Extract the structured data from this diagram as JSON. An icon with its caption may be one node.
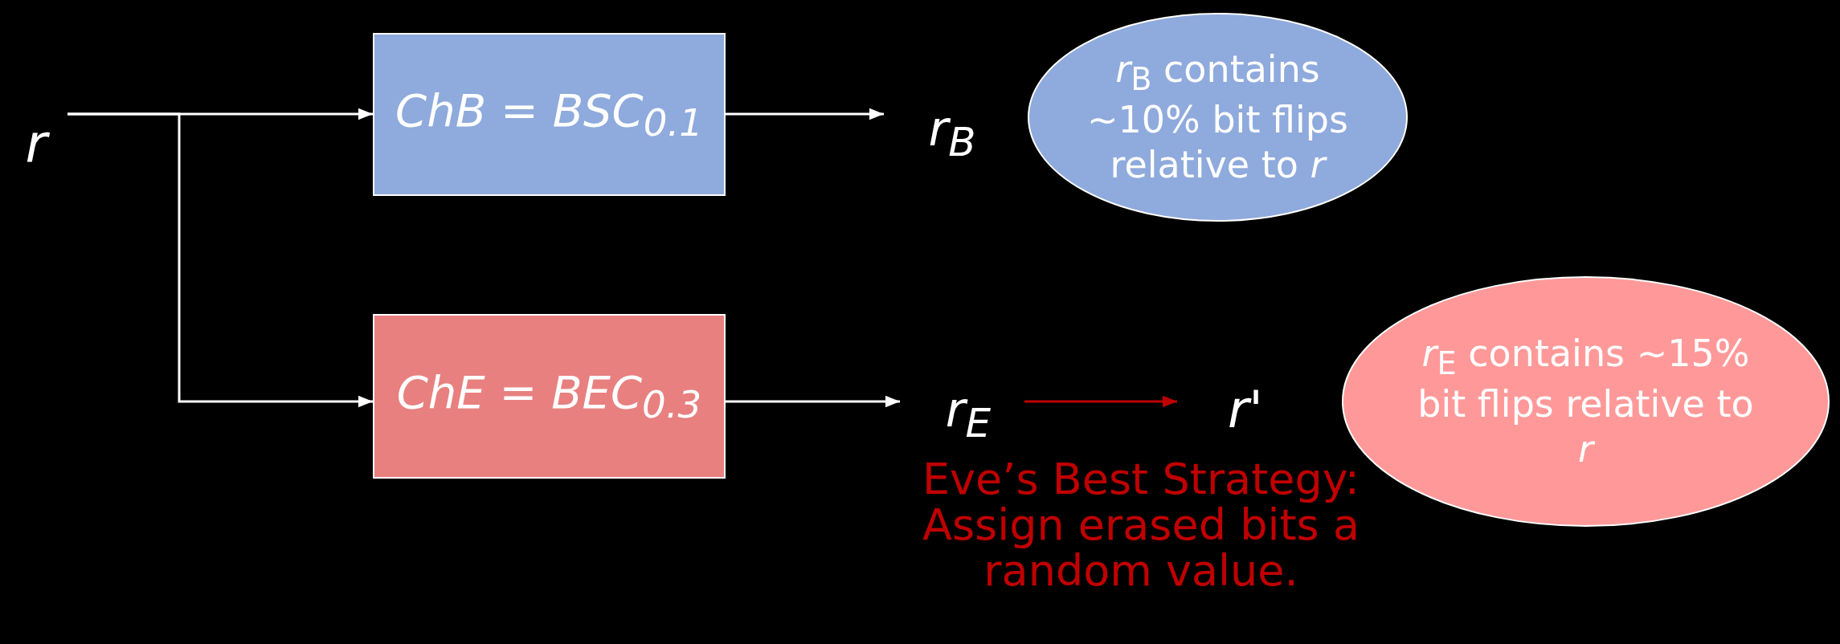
{
  "diagram": {
    "nodes": [
      {
        "text": [
          "r"
        ]
      },
      {
        "text": [
          "ChB = BSC$_{0.1}$"
        ]
      },
      {
        "text": [
          "r$_{B}$"
        ]
      },
      {
        "text": [
          "*r*$_{B}$ contains ~10% bit flips relative to *r*"
        ]
      },
      {
        "text": [
          "ChE = BEC$_{0.3}$"
        ]
      },
      {
        "text": [
          "r$_{E}$"
        ]
      },
      {
        "text": [
          "r'"
        ]
      },
      {
        "text": [
          "*r*$_{E}$ contains ~15% bit flips relative to *r*"
        ]
      }
    ],
    "edges": [
      {
        "from": 0,
        "to": 1,
        "arrow": "to"
      },
      {
        "from": 0,
        "to": 4,
        "arrow": "to"
      },
      {
        "from": 1,
        "to": 2,
        "arrow": "to"
      },
      {
        "from": 4,
        "to": 5,
        "arrow": "to"
      },
      {
        "from": 5,
        "to": 6,
        "arrow": "to",
        "color": "#c00000"
      }
    ],
    "labels": [
      "Eve’s Best Strategy: Assign erased bits a random value."
    ]
  }
}
